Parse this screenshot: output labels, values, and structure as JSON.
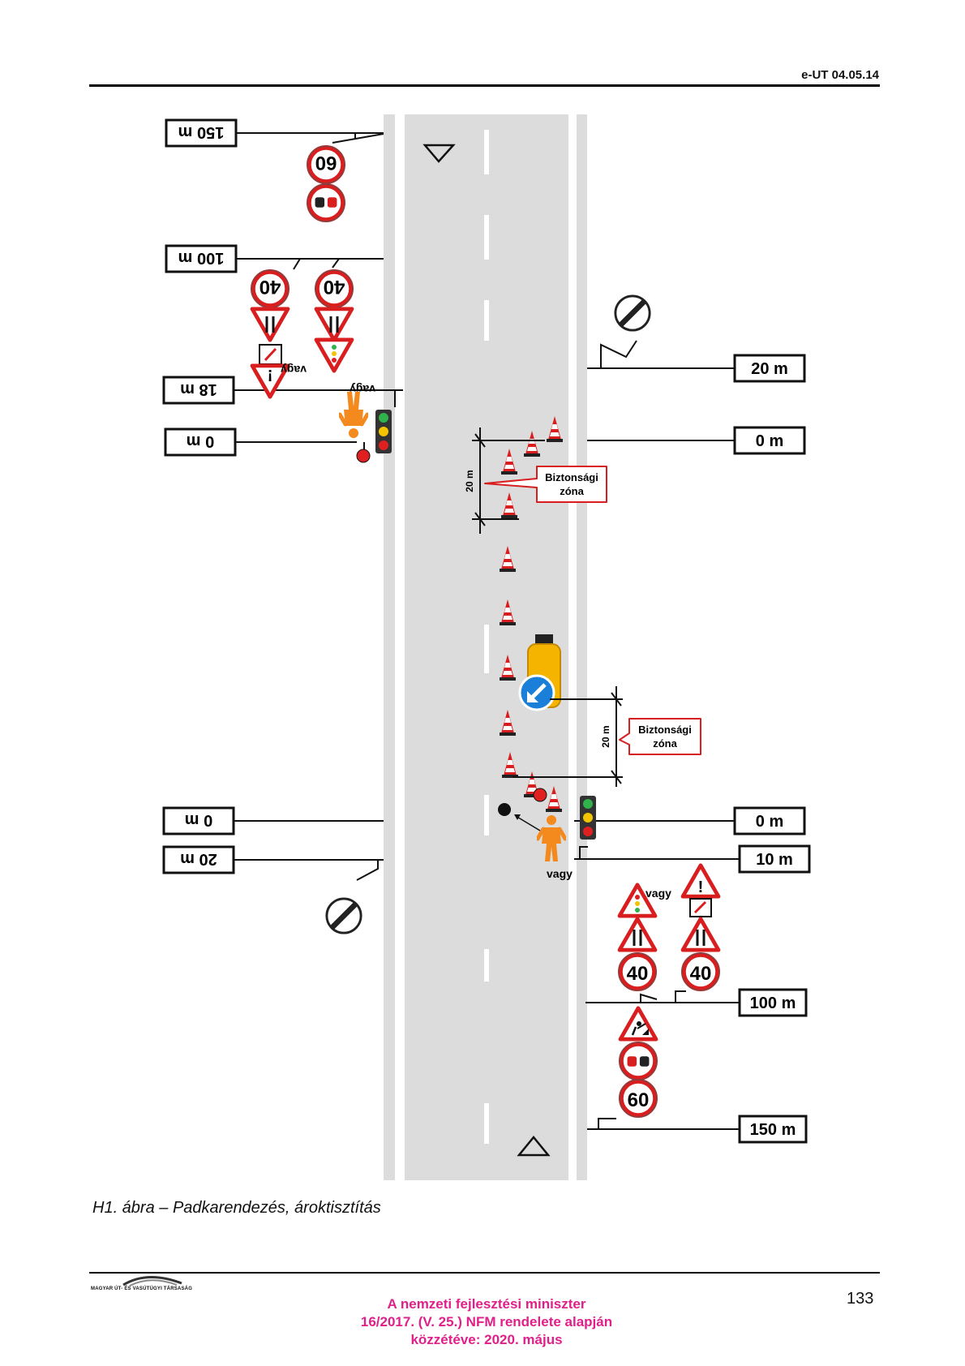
{
  "header": {
    "doc_code": "e-UT 04.05.14"
  },
  "figure": {
    "distance_labels": {
      "left_150": "150 m",
      "left_100": "100 m",
      "left_18": "18 m",
      "left_0_top": "0 m",
      "left_0_bottom": "0 m",
      "left_20": "20 m",
      "right_20": "20 m",
      "right_0_top": "0 m",
      "right_0_bottom": "0 m",
      "right_10": "10 m",
      "right_100": "100 m",
      "right_150": "150 m"
    },
    "speed_limits": {
      "sixty": "60",
      "forty": "40"
    },
    "or_label": "vagy",
    "safety_zone": {
      "line1": "Biztonsági",
      "line2": "zóna",
      "dimension": "20 m"
    }
  },
  "caption": "H1. ábra – Padkarendezés, ároktisztítás",
  "footer": {
    "logo_text": "MAGYAR ÚT- ÉS VASÚTÜGYI TÁRSASÁG",
    "note_line1": "A nemzeti fejlesztési miniszter",
    "note_line2": "16/2017. (V. 25.) NFM rendelete alapján",
    "note_line3": "közzétéve: 2020. május",
    "page_number": "133"
  },
  "colors": {
    "road": "#dcdcdc",
    "sign_red": "#d81e1e",
    "callout_red": "#d81e1e",
    "footer_magenta": "#e0208a",
    "vehicle_yellow": "#f4b400",
    "keep_left_blue": "#1a7fd8",
    "worker_orange": "#f48a1e"
  }
}
